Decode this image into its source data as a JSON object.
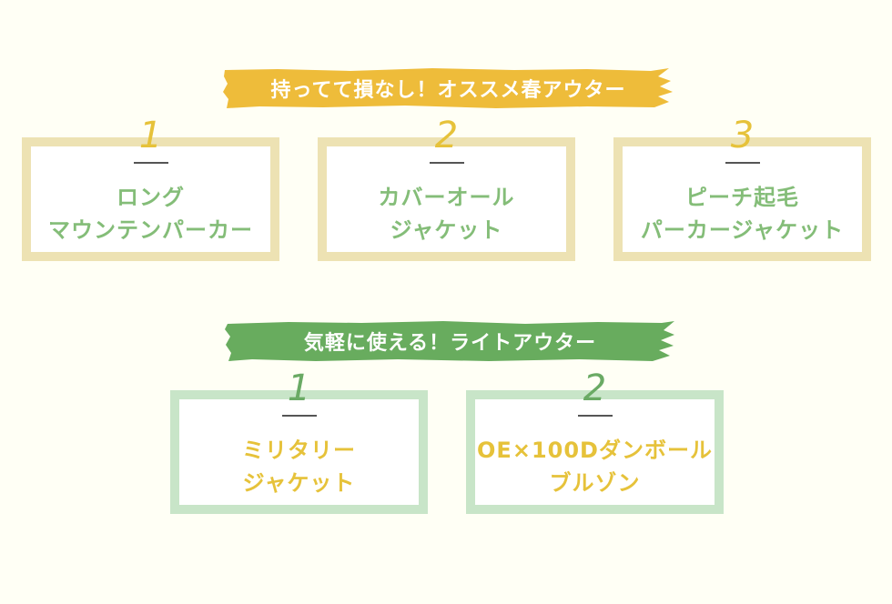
{
  "section1": {
    "heading": "持ってて損なし！オススメ春アウター",
    "banner_color": "#eebc3a",
    "items": [
      {
        "number": "1",
        "line1": "ロング",
        "line2": "マウンテンパーカー"
      },
      {
        "number": "2",
        "line1": "カバーオール",
        "line2": "ジャケット"
      },
      {
        "number": "3",
        "line1": "ピーチ起毛",
        "line2": "パーカージャケット"
      }
    ]
  },
  "section2": {
    "heading": "気軽に使える！ライトアウター",
    "banner_color": "#68ac5e",
    "items": [
      {
        "number": "1",
        "line1": "ミリタリー",
        "line2": "ジャケット"
      },
      {
        "number": "2",
        "line1": "OE×100Dダンボール",
        "line2": "ブルゾン"
      }
    ]
  },
  "colors": {
    "background": "#fffff5",
    "card_border_tan": "#ede2b3",
    "card_border_mint": "#c8e5c8",
    "text_yellow": "#e6c23a",
    "text_green": "#84bd78"
  }
}
